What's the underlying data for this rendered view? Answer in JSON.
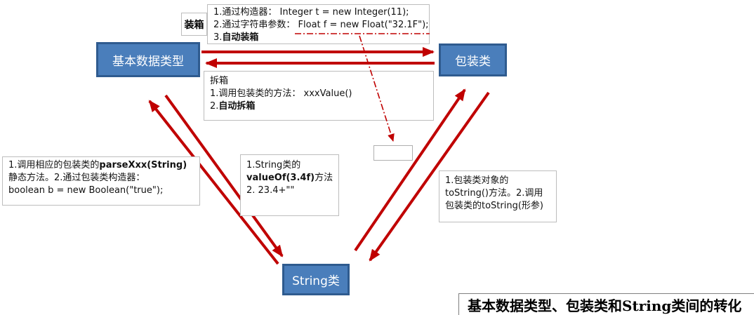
{
  "title": "基本数据类型、包装类和String类间的转化",
  "colors": {
    "node_fill": "#4a7ebb",
    "node_border": "#2f5b8f",
    "node_text": "#ffffff",
    "arrow_red": "#c00000",
    "note_border": "#bdbdbd",
    "text": "#111111"
  },
  "nodes": {
    "primitive": {
      "label": "基本数据类型"
    },
    "wrapper": {
      "label": "包装类"
    },
    "string": {
      "label": "String类"
    }
  },
  "labels": {
    "boxing_tag": "装箱"
  },
  "notes": {
    "boxing_methods": {
      "line1": "1.通过构造器： Integer t = new Integer(11);",
      "line2": "2.通过字符串参数： Float f = new Float(\"32.1F\");",
      "line3_prefix": "3.",
      "line3_bold": "自动装箱"
    },
    "unboxing": {
      "title": "拆箱",
      "line1": "1.调用包装类的方法： xxxValue()",
      "line2_prefix": "2.",
      "line2_bold": "自动拆箱"
    },
    "string_to_primitive": {
      "line1_normal": "1.调用相应的包装类的",
      "line1_bold": "parseXxx(String)",
      "line2": "静态方法。2.通过包装类构造器：",
      "line3": "boolean b = new Boolean(\"true\");"
    },
    "string_valueof": {
      "line1": "1.String类的",
      "line2_bold": "valueOf(3.4f)",
      "line2_normal": "方法",
      "line3": "2. 23.4+\"\""
    },
    "wrapper_to_string": {
      "line1": "1.包装类对象的",
      "line2": "toString()方法。2.调用",
      "line3": "包装类的toString(形参)"
    }
  },
  "edges": [
    {
      "name": "boxing-arrow",
      "from": "基本数据类型",
      "to": "包装类",
      "style": "solid"
    },
    {
      "name": "unboxing-arrow",
      "from": "包装类",
      "to": "基本数据类型",
      "style": "solid"
    },
    {
      "name": "string-to-primitive-arrow",
      "from": "String类",
      "to": "基本数据类型",
      "style": "solid"
    },
    {
      "name": "primitive-to-string-arrow",
      "from": "基本数据类型",
      "to": "String类",
      "style": "solid"
    },
    {
      "name": "string-to-wrapper-arrow",
      "from": "String类",
      "to": "包装类",
      "style": "solid"
    },
    {
      "name": "wrapper-to-string-arrow",
      "from": "包装类",
      "to": "String类",
      "style": "solid"
    },
    {
      "name": "autoboxing-dashdot-arrow",
      "from": "2.通过字符串参数行",
      "to": "空白框",
      "style": "dash-dot"
    }
  ]
}
